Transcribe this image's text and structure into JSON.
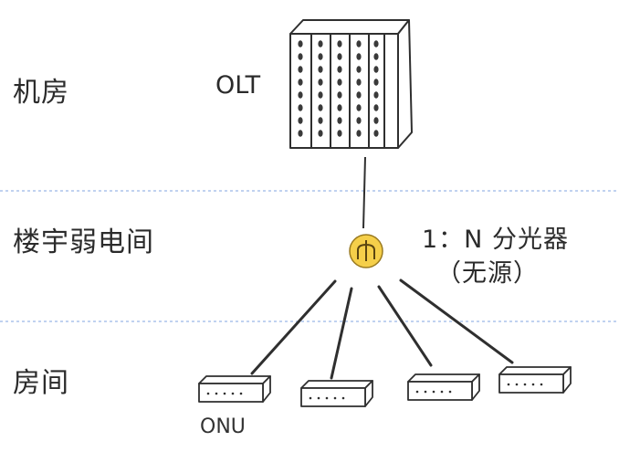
{
  "zones": [
    {
      "label": "机房"
    },
    {
      "label": "楼宇弱电间"
    },
    {
      "label": "房间"
    }
  ],
  "nodes": {
    "olt": {
      "label": "OLT"
    },
    "splitter": {
      "label": "1：N 分光器",
      "sublabel": "（无源）"
    },
    "onu": {
      "label": "ONU",
      "count": 4
    }
  },
  "colors": {
    "divider": "#9bb8e6",
    "line": "#2f2f2f",
    "splitter_fill": "#f5cf4a",
    "splitter_stroke": "#9a7a1f"
  }
}
